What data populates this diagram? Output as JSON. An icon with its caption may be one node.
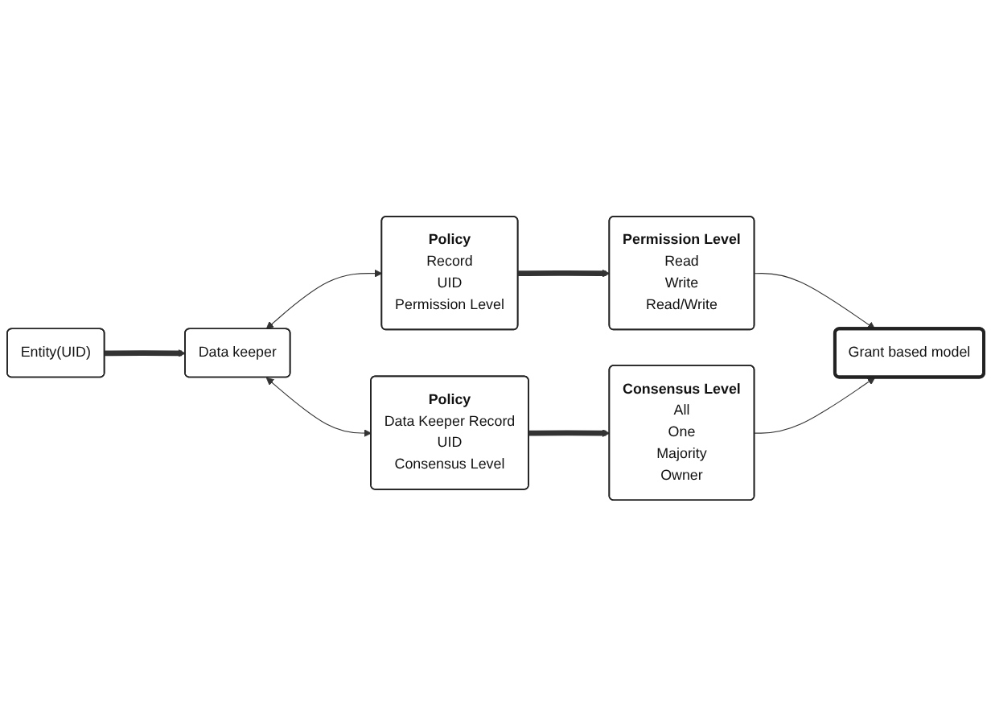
{
  "diagram": {
    "nodes": [
      {
        "text": [
          "Policy",
          "Record",
          "UID",
          "Permission Level"
        ]
      },
      {
        "text": [
          "Permission Level",
          "Read",
          "Write",
          "Read/Write"
        ]
      },
      {
        "text": [
          "Entity(UID)"
        ]
      },
      {
        "text": [
          "Data keeper"
        ]
      },
      {
        "text": [
          "Grant based model"
        ]
      },
      {
        "text": [
          "Policy",
          "Data Keeper Record",
          "UID",
          "Consensus  Level"
        ]
      },
      {
        "text": [
          "Consensus Level",
          "All",
          "One",
          "Majority",
          "Owner"
        ]
      }
    ],
    "edges": [
      {
        "from": 0,
        "to": 1,
        "arrow": "to",
        "style": "thick"
      },
      {
        "from": 2,
        "to": 3,
        "arrow": "to",
        "style": "thick"
      },
      {
        "from": 3,
        "to": 0,
        "arrow": "both"
      },
      {
        "from": 3,
        "to": 5,
        "arrow": "both"
      },
      {
        "from": 1,
        "to": 4,
        "arrow": "to"
      },
      {
        "from": 5,
        "to": 6,
        "arrow": "to",
        "style": "thick"
      },
      {
        "from": 6,
        "to": 4,
        "arrow": "to"
      }
    ]
  }
}
